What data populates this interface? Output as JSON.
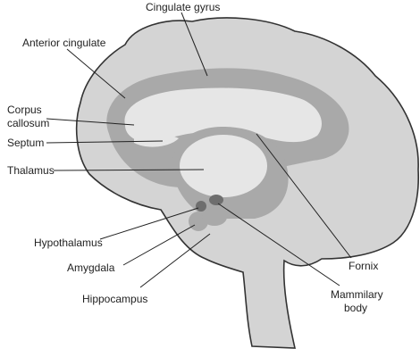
{
  "labels": {
    "cingulate_gyrus": "Cingulate gyrus",
    "anterior_cingulate": "Anterior cingulate",
    "corpus_callosum_line1": "Corpus",
    "corpus_callosum_line2": "callosum",
    "septum": "Septum",
    "thalamus": "Thalamus",
    "hypothalamus": "Hypothalamus",
    "amygdala": "Amygdala",
    "hippocampus": "Hippocampus",
    "fornix": "Fornix",
    "mammillary_line1": "Mammilary",
    "mammillary_line2": "body"
  },
  "colors": {
    "background": "#ffffff",
    "brain_fill": "#d4d4d4",
    "outline": "#333333",
    "cingulate_band": "#a9a9a9",
    "corpus_callosum": "#e6e6e6",
    "thalamus": "#e6e6e6",
    "fornix_band": "#a9a9a9",
    "dark_nuclei": "#6e6e6e",
    "amygdala_hippocampus": "#a9a9a9",
    "text": "#222222"
  }
}
